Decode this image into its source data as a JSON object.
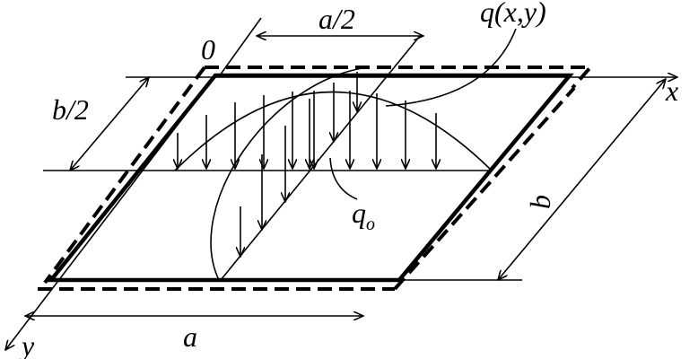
{
  "labels": {
    "origin": "0",
    "half_a": "a/2",
    "load_function": "q(x,y)",
    "x_axis": "x",
    "half_b": "b/2",
    "b": "b",
    "q0_main": "q",
    "q0_sub": "o",
    "a": "a",
    "y_axis": "y"
  }
}
